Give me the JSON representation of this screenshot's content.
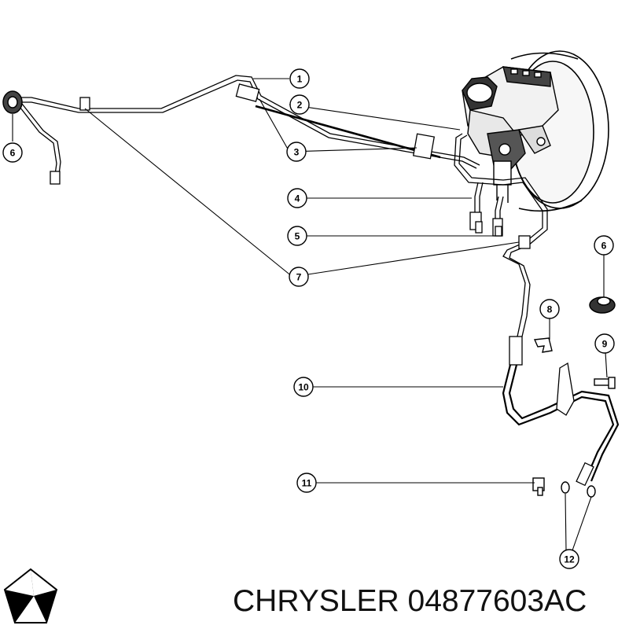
{
  "callouts": [
    "1",
    "2",
    "3",
    "4",
    "5",
    "6",
    "7",
    "8",
    "9",
    "10",
    "11",
    "12"
  ],
  "footer": {
    "brand": "CHRYSLER",
    "part_number": "04877603AC"
  },
  "logo": {
    "name": "chrysler-pentastar-logo",
    "color": "#000000"
  },
  "colors": {
    "line": "#000000",
    "background": "#ffffff",
    "fill_light": "#f2f2f2"
  }
}
